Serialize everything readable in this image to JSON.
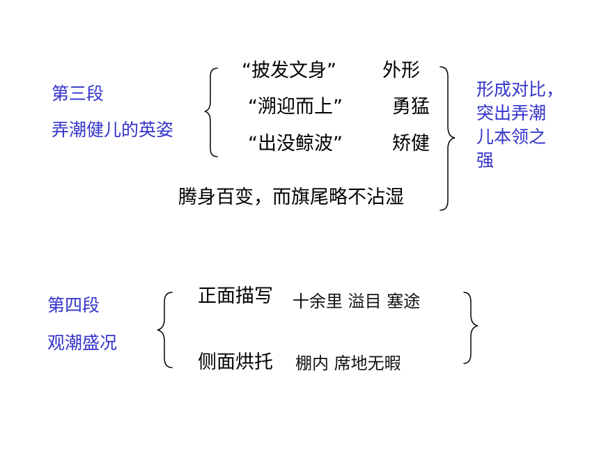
{
  "section3": {
    "label": "第三段",
    "subtitle": "弄潮健儿的英姿",
    "items": [
      {
        "quote": "“披发文身”",
        "word": "外形"
      },
      {
        "quote": "“溯迎而上”",
        "word": "勇猛"
      },
      {
        "quote": "“出没鲸波”",
        "word": "矫健"
      }
    ],
    "extra": "腾身百变，而旗尾略不沾湿",
    "conclusion_lines": [
      "形成对比，",
      "突出弄潮",
      "儿本领之",
      "强"
    ]
  },
  "section4": {
    "label": "第四段",
    "subtitle": "观潮盛况",
    "rows": [
      {
        "heading": "正面描写",
        "detail": "十余里  溢目  塞途"
      },
      {
        "heading": "侧面烘托",
        "detail": "棚内      席地无暇"
      }
    ]
  },
  "colors": {
    "accent": "#3333cc",
    "text": "#000000"
  }
}
